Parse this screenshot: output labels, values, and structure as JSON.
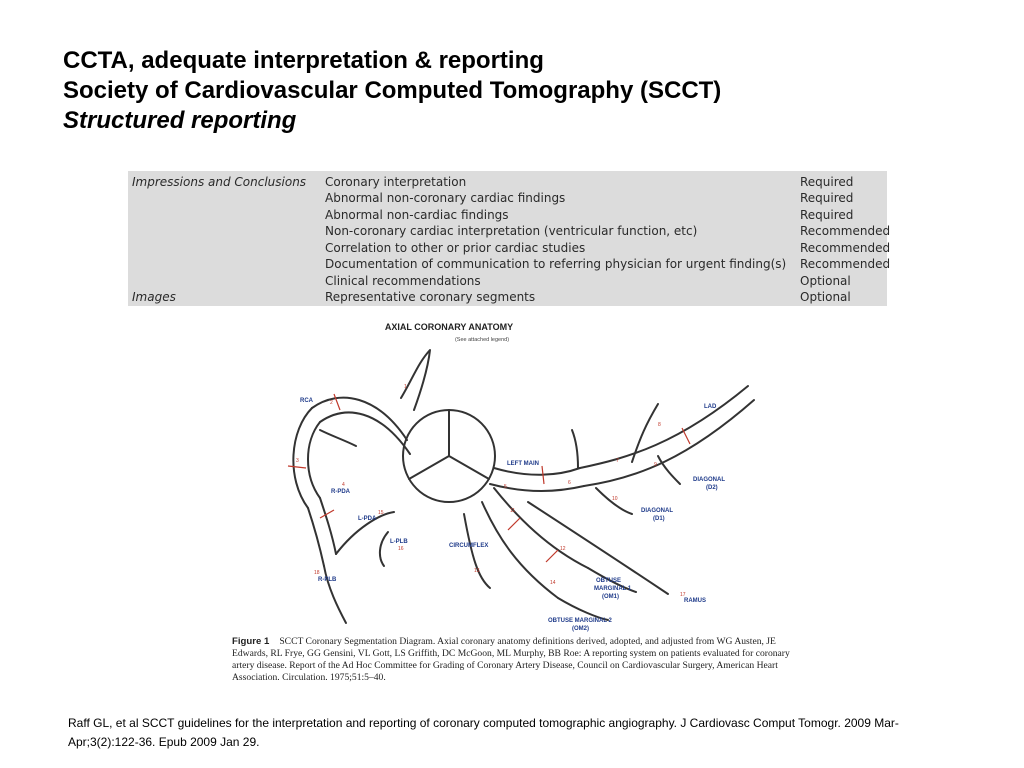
{
  "slide": {
    "title_line1": "CCTA, adequate interpretation & reporting",
    "title_line2": "Society of Cardiovascular Computed Tomography (SCCT)",
    "title_line3": "Structured reporting"
  },
  "report_table": {
    "rows": [
      {
        "section": "Impressions and Conclusions",
        "item": "Coronary interpretation",
        "status": "Required"
      },
      {
        "section": "",
        "item": "Abnormal non-coronary cardiac findings",
        "status": "Required"
      },
      {
        "section": "",
        "item": "Abnormal non-cardiac findings",
        "status": "Required"
      },
      {
        "section": "",
        "item": "Non-coronary cardiac interpretation (ventricular function, etc)",
        "status": "Recommended"
      },
      {
        "section": "",
        "item": "Correlation to other or prior cardiac studies",
        "status": "Recommended"
      },
      {
        "section": "",
        "item": "Documentation of communication to referring physician for urgent finding(s)",
        "status": "Recommended"
      },
      {
        "section": "",
        "item": "Clinical recommendations",
        "status": "Optional"
      },
      {
        "section": "Images",
        "item": "Representative coronary segments",
        "status": "Optional"
      }
    ]
  },
  "figure": {
    "title": "AXIAL CORONARY ANATOMY",
    "subtitle": "(See attached legend)",
    "labels": {
      "rca": "RCA",
      "lad": "LAD",
      "left_main": "LEFT MAIN",
      "diagonal_d2": "DIAGONAL",
      "diagonal_d2_code": "(D2)",
      "diagonal_d1": "DIAGONAL",
      "diagonal_d1_code": "(D1)",
      "r_pda": "R-PDA",
      "l_pda": "L-PDA",
      "l_plb": "L-PLB",
      "circumflex": "CIRCUMFLEX",
      "r_plb": "R-PLB",
      "om1_line1": "OBTUSE",
      "om1_line2": "MARGINAL 1",
      "om1_line3": "(OM1)",
      "ramus": "RAMUS",
      "om2_line1": "OBTUSE MARGINAL 2",
      "om2_line2": "(OM2)"
    },
    "segment_numbers": {
      "s1": "1",
      "s2": "2",
      "s3": "3",
      "s4": "4",
      "s5": "5",
      "s6": "6",
      "s7": "7",
      "s8": "8",
      "s9": "9",
      "s10": "10",
      "s11": "11",
      "s12": "12",
      "s13": "13",
      "s14": "14",
      "s15": "15",
      "s16": "16",
      "s17": "17",
      "s18": "18"
    },
    "caption_label": "Figure 1",
    "caption_text": "SCCT Coronary Segmentation Diagram. Axial coronary anatomy definitions derived, adopted, and adjusted from WG Austen, JE Edwards, RL Frye, GG Gensini, VL Gott, LS Griffith, DC McGoon, ML Murphy, BB Roe: A reporting system on patients evaluated for coronary artery disease. Report of the Ad Hoc Committee for Grading of Coronary Artery Disease, Council on Cardiovascular Surgery, American Heart Association. Circulation. 1975;51:5–40."
  },
  "reference": {
    "text": "Raff GL, et al SCCT guidelines for the interpretation and reporting of coronary computed tomographic angiography. J Cardiovasc Comput Tomogr. 2009 Mar-Apr;3(2):122-36. Epub 2009 Jan 29."
  }
}
